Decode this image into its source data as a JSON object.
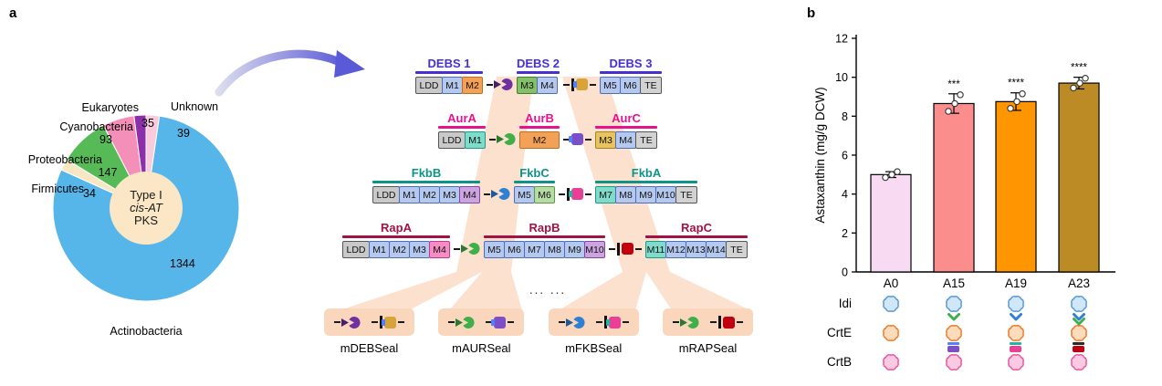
{
  "figure": {
    "panel_a_label": "a",
    "panel_b_label": "b",
    "ellipsis": "... ..."
  },
  "chart_data": [
    {
      "type": "pie",
      "title": "Taxonomic distribution of type I cis-AT PKSs",
      "labels": [
        "Unknown",
        "Actinobacteria",
        "Firmicutes",
        "Proteobacteria",
        "Cyanobacteria",
        "Eukaryotes"
      ],
      "values": [
        39,
        1344,
        34,
        147,
        93,
        35
      ],
      "colors": [
        "#f9cbdc",
        "#57b6e9",
        "#f7e8c3",
        "#56bb56",
        "#f48fb9",
        "#8c2fa8"
      ],
      "center_label_lines": [
        "Type I",
        "cis-AT",
        "PKS"
      ],
      "donut_color": "#fbe7c5",
      "legend_position": "none",
      "clockwise_from_top": true
    },
    {
      "type": "bar",
      "categories": [
        "A0",
        "A15",
        "A19",
        "A23"
      ],
      "values": [
        5.0,
        8.65,
        8.75,
        9.7
      ],
      "errors": [
        0.15,
        0.5,
        0.45,
        0.3
      ],
      "points": [
        [
          4.85,
          5.0,
          5.15
        ],
        [
          8.25,
          8.65,
          9.1
        ],
        [
          8.4,
          8.75,
          9.15
        ],
        [
          9.45,
          9.7,
          9.95
        ]
      ],
      "significance": [
        "",
        "***",
        "****",
        "****"
      ],
      "bar_colors": [
        "#f8daf3",
        "#fb8d8d",
        "#ff9500",
        "#bd8b25"
      ],
      "title": "",
      "xlabel": "",
      "ylabel": "Astaxanthin (mg/g DCW)",
      "ylim": [
        0,
        12
      ],
      "ytick_step": 2,
      "grid": false
    }
  ],
  "pks": {
    "palette": {
      "ldd": [
        "#c9c9c9",
        "#555555"
      ],
      "te": [
        "#d2d2d2",
        "#555555"
      ],
      "mblue": [
        "#b5c8ee",
        "#4f6cb8"
      ],
      "morange": [
        "#f4a158",
        "#b9701f"
      ],
      "mgreen": [
        "#84c06a",
        "#3e7f2a"
      ],
      "mgreenlt": [
        "#b7dba4",
        "#5e9a44"
      ],
      "mteal": [
        "#7fdcca",
        "#1e9a87"
      ],
      "mgold": [
        "#e7c45f",
        "#a5841c"
      ],
      "mlilac": [
        "#cba4e0",
        "#8147a8"
      ],
      "mpink": [
        "#f78cc5",
        "#c23a90"
      ]
    },
    "rows": [
      {
        "title_color": "#4431d4",
        "proteins": [
          {
            "name": "DEBS 1",
            "domains": [
              [
                "LDD",
                "ldd"
              ],
              [
                "M1",
                "mblue"
              ],
              [
                "M2",
                "morange"
              ]
            ]
          },
          {
            "name": "DEBS 2",
            "domains": [
              [
                "M3",
                "mgreen"
              ],
              [
                "M4",
                "mblue"
              ]
            ]
          },
          {
            "name": "DEBS 3",
            "domains": [
              [
                "M5",
                "mblue"
              ],
              [
                "M6",
                "mblue"
              ],
              [
                "TE",
                "te"
              ]
            ]
          }
        ],
        "junctions": [
          {
            "kind": "pac",
            "tri": "#4a1e68",
            "circle": "#7030a0"
          },
          {
            "kind": "seal",
            "bar": true,
            "square": "#d8a43a",
            "tab": "#4f81ff"
          }
        ]
      },
      {
        "title_color": "#e8128e",
        "proteins": [
          {
            "name": "AurA",
            "domains": [
              [
                "LDD",
                "ldd"
              ],
              [
                "M1",
                "mteal"
              ]
            ]
          },
          {
            "name": "AurB",
            "domains": [
              [
                "M2",
                "morange",
                44
              ]
            ]
          },
          {
            "name": "AurC",
            "domains": [
              [
                "M3",
                "mgold"
              ],
              [
                "M4",
                "mblue"
              ],
              [
                "TE",
                "te"
              ]
            ]
          }
        ],
        "junctions": [
          {
            "kind": "pac",
            "tri": "#2a7a33",
            "circle": "#3faf4a"
          },
          {
            "kind": "seal",
            "bar": false,
            "square": "#7b4fc8",
            "tab": "#4f81ff"
          }
        ]
      },
      {
        "title_color": "#0d9488",
        "proteins": [
          {
            "name": "FkbB",
            "domains": [
              [
                "LDD",
                "ldd"
              ],
              [
                "M1",
                "mblue"
              ],
              [
                "M2",
                "mblue"
              ],
              [
                "M3",
                "mblue"
              ],
              [
                "M4",
                "mlilac"
              ]
            ]
          },
          {
            "name": "FkbC",
            "domains": [
              [
                "M5",
                "mblue"
              ],
              [
                "M6",
                "mgreenlt"
              ]
            ]
          },
          {
            "name": "FkbA",
            "domains": [
              [
                "M7",
                "mteal"
              ],
              [
                "M8",
                "mblue"
              ],
              [
                "M9",
                "mblue"
              ],
              [
                "M10",
                "mblue"
              ],
              [
                "TE",
                "te"
              ]
            ]
          }
        ],
        "junctions": [
          {
            "kind": "pac",
            "tri": "#1d5a99",
            "circle": "#2f7fd2"
          },
          {
            "kind": "seal",
            "bar": true,
            "square": "#ea3f96",
            "tab": "#23b5a2"
          }
        ]
      },
      {
        "title_color": "#a31244",
        "proteins": [
          {
            "name": "RapA",
            "domains": [
              [
                "LDD",
                "ldd"
              ],
              [
                "M1",
                "mblue"
              ],
              [
                "M2",
                "mblue"
              ],
              [
                "M3",
                "mblue"
              ],
              [
                "M4",
                "mpink"
              ]
            ]
          },
          {
            "name": "RapB",
            "domains": [
              [
                "M5",
                "mblue"
              ],
              [
                "M6",
                "mblue"
              ],
              [
                "M7",
                "mblue"
              ],
              [
                "M8",
                "mblue"
              ],
              [
                "M9",
                "mblue"
              ],
              [
                "M10",
                "mlilac"
              ]
            ]
          },
          {
            "name": "RapC",
            "domains": [
              [
                "M11",
                "mteal"
              ],
              [
                "M12",
                "mblue"
              ],
              [
                "M13",
                "mblue"
              ],
              [
                "M14",
                "mblue"
              ],
              [
                "TE",
                "te"
              ]
            ]
          }
        ],
        "junctions": [
          {
            "kind": "pac",
            "tri": "#2a7a33",
            "circle": "#3faf4a"
          },
          {
            "kind": "seal",
            "bar": true,
            "square": "#c00010",
            "tab": null
          }
        ]
      }
    ],
    "constructs": [
      {
        "label": "mDEBSeal",
        "head": {
          "tri": "#4a1e68",
          "circle": "#7030a0"
        },
        "tail": {
          "bar": true,
          "square": "#d8a43a",
          "tab": "#4f81ff"
        }
      },
      {
        "label": "mAURSeal",
        "head": {
          "tri": "#2a7a33",
          "circle": "#3faf4a"
        },
        "tail": {
          "bar": false,
          "square": "#7b4fc8",
          "tab": "#4f81ff"
        }
      },
      {
        "label": "mFKBSeal",
        "head": {
          "tri": "#1d5a99",
          "circle": "#2f7fd2"
        },
        "tail": {
          "bar": true,
          "square": "#ea3f96",
          "tab": "#23b5a2"
        }
      },
      {
        "label": "mRAPSeal",
        "head": {
          "tri": "#2a7a33",
          "circle": "#3faf4a"
        },
        "tail": {
          "bar": true,
          "square": "#c00010",
          "tab": null
        }
      }
    ]
  },
  "panel_b": {
    "legend": {
      "rows": [
        "Idi",
        "CrtE",
        "CrtB"
      ],
      "blobs": {
        "idi": {
          "fill": "#cfe7f9",
          "stroke": "#5b9bd5"
        },
        "crte": {
          "fill": "#fcdcba",
          "stroke": "#ed7d31"
        },
        "crtb": {
          "fill": "#fbc9e2",
          "stroke": "#e75aa0"
        }
      },
      "columns": [
        {
          "strain": "A0",
          "chevrons": [],
          "square": null
        },
        {
          "strain": "A15",
          "chevrons": [
            "#3faf4a"
          ],
          "square": {
            "fill": "#7b4fc8",
            "bar": "#4f81ff"
          }
        },
        {
          "strain": "A19",
          "chevrons": [
            "#2f7fd2"
          ],
          "square": {
            "fill": "#ea3f96",
            "bar": "#23b5a2"
          }
        },
        {
          "strain": "A23",
          "chevrons": [
            "#2f7fd2",
            "#3faf4a"
          ],
          "square": {
            "fill": "#c00010",
            "bar": "#2a2a2a"
          }
        }
      ]
    }
  }
}
